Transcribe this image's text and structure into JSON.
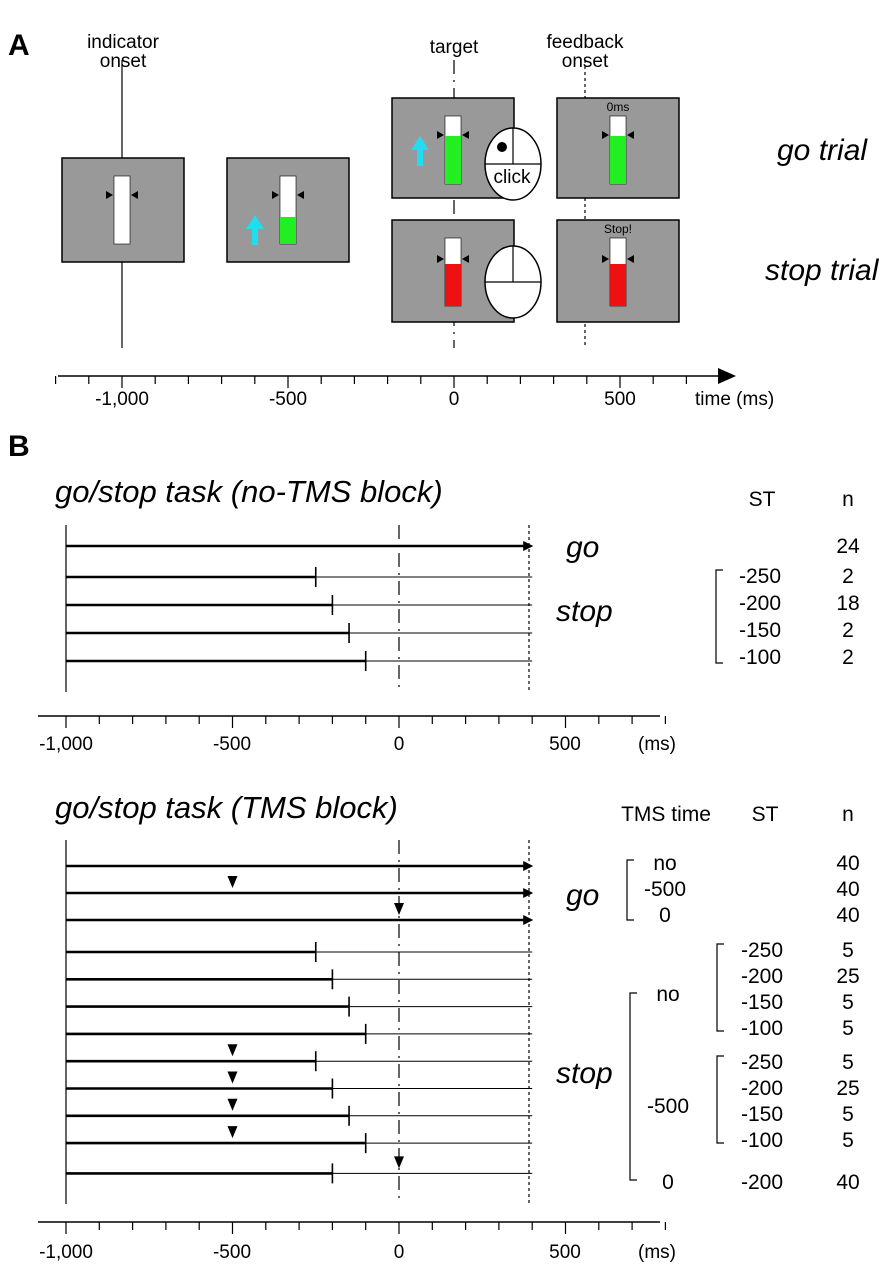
{
  "panels": {
    "a": "A",
    "b": "B"
  },
  "panel_a": {
    "labels": {
      "indicator_1": "indicator",
      "indicator_2": "onset",
      "target": "target",
      "feedback_1": "feedback",
      "feedback_2": "onset",
      "go_trial": "go trial",
      "stop_trial": "stop trial",
      "click": "click",
      "feedback_go": "0ms",
      "feedback_stop": "Stop!"
    },
    "axis": {
      "ticks": [
        "-1,000",
        "-500",
        "0",
        "500"
      ],
      "label": "time (ms)"
    },
    "colors": {
      "screen": "#999999",
      "go": "#22ee22",
      "stop": "#ee1111",
      "arrow": "#22dcf0"
    }
  },
  "block1": {
    "title": "go/stop task (no-TMS block)",
    "headers": {
      "st": "ST",
      "n": "n"
    },
    "go_label": "go",
    "stop_label": "stop",
    "go_n": "24",
    "stop_rows": [
      {
        "st": "-250",
        "n": "2"
      },
      {
        "st": "-200",
        "n": "18"
      },
      {
        "st": "-150",
        "n": "2"
      },
      {
        "st": "-100",
        "n": "2"
      }
    ],
    "axis": {
      "ticks": [
        "-1,000",
        "-500",
        "0",
        "500"
      ],
      "unit": "(ms)"
    }
  },
  "block2": {
    "title": "go/stop task (TMS block)",
    "headers": {
      "tms": "TMS time",
      "st": "ST",
      "n": "n"
    },
    "go_label": "go",
    "stop_label": "stop",
    "go_rows": [
      {
        "tms": "no",
        "n": "40"
      },
      {
        "tms": "-500",
        "n": "40"
      },
      {
        "tms": "0",
        "n": "40"
      }
    ],
    "stop_groups": [
      {
        "tms": "no",
        "rows": [
          {
            "st": "-250",
            "n": "5"
          },
          {
            "st": "-200",
            "n": "25"
          },
          {
            "st": "-150",
            "n": "5"
          },
          {
            "st": "-100",
            "n": "5"
          }
        ]
      },
      {
        "tms": "-500",
        "rows": [
          {
            "st": "-250",
            "n": "5"
          },
          {
            "st": "-200",
            "n": "25"
          },
          {
            "st": "-150",
            "n": "5"
          },
          {
            "st": "-100",
            "n": "5"
          }
        ]
      },
      {
        "tms": "0",
        "rows": [
          {
            "st": "-200",
            "n": "40"
          }
        ]
      }
    ],
    "axis": {
      "ticks": [
        "-1,000",
        "-500",
        "0",
        "500"
      ],
      "unit": "(ms)"
    }
  }
}
